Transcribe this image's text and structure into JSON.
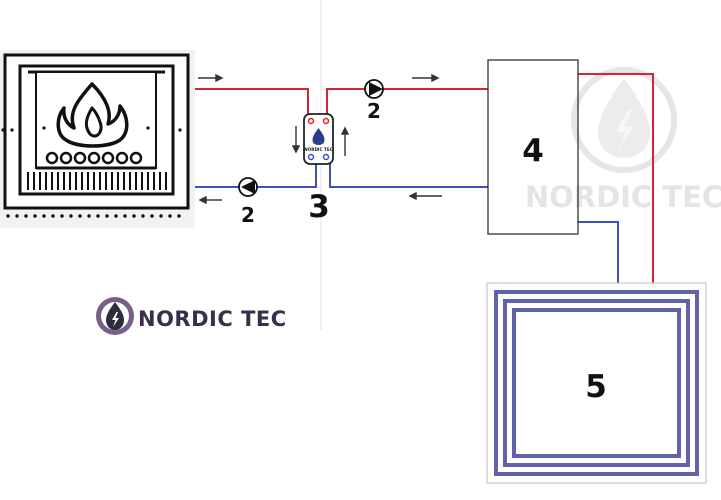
{
  "labels": {
    "pump_top": "2",
    "pump_bottom": "2",
    "exchanger": "3",
    "tank": "4",
    "floor": "5"
  },
  "brand": {
    "name": "NORDIC TEC",
    "exchanger_text": "NORDIC TEC",
    "watermark_text": "NORDIC TEC"
  },
  "colors": {
    "supply": "#d9232e",
    "return": "#3f4fbf",
    "logo_ring": "#7a5e8a",
    "logo_drop": "#2c2c3a",
    "floor_coil": "#5f64a8",
    "watermark": "#e2e2e2"
  },
  "icons": {
    "fireplace": "fireplace-icon",
    "pump": "pump-icon",
    "logo": "nordic-tec-logo-icon",
    "flow_arrow": "arrow-icon"
  }
}
